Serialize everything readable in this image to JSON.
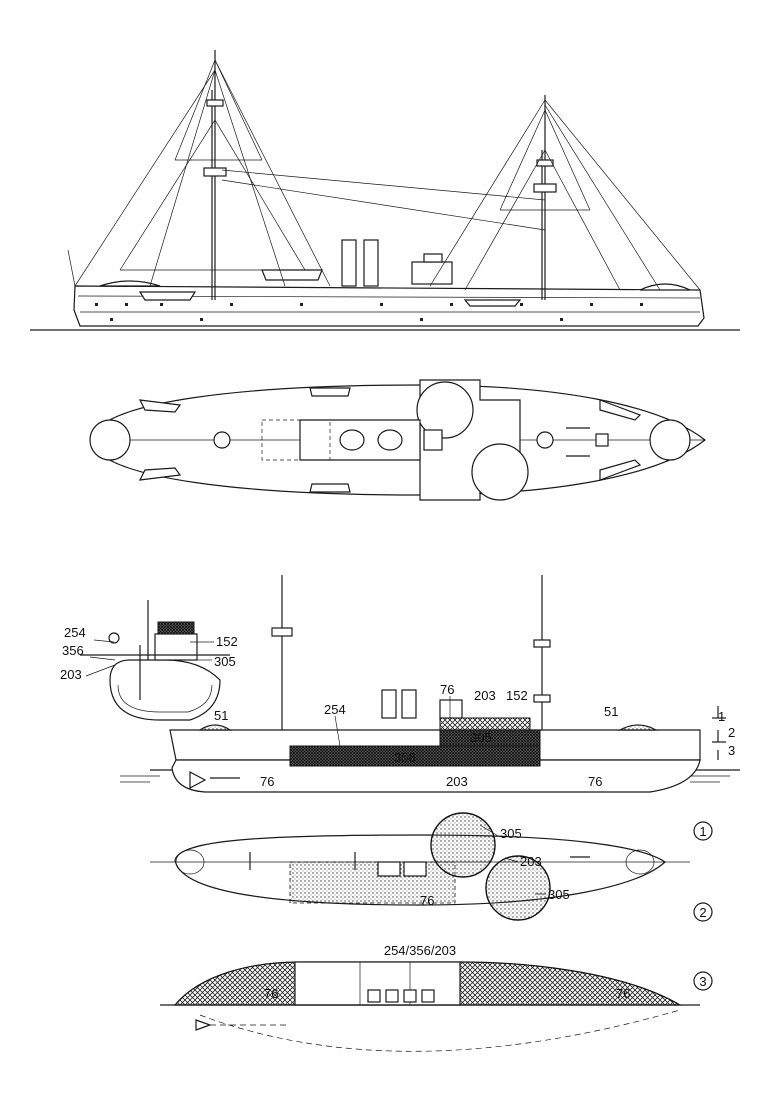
{
  "side_view_labels": {
    "mast_fore": "",
    "mast_aft": ""
  },
  "armor_labels": {
    "section_top_armor": "152",
    "section_barbette": "305",
    "section_belt_upper": "254",
    "section_belt_main": "356",
    "section_belt_lower": "203",
    "bow_gun": "51",
    "stern_gun": "51",
    "upper_belt": "254",
    "barbette_top": "76",
    "barbette_upper": "203",
    "barbette_shield": "152",
    "citadel": "305",
    "main_belt": "356",
    "lower_belt": "203",
    "deck_fore": "76",
    "deck_aft": "76",
    "plan_barbette_fore": "305",
    "plan_centre": "203",
    "plan_deck": "76",
    "plan_barbette_aft": "305",
    "section_title": "254/356/203",
    "bottom_fore": "76",
    "bottom_aft": "76"
  },
  "level_markers": [
    "1",
    "2",
    "3"
  ],
  "view_markers": [
    "1",
    "2",
    "3"
  ],
  "colors": {
    "ink": "#1a1a1a",
    "paper": "#ffffff"
  }
}
